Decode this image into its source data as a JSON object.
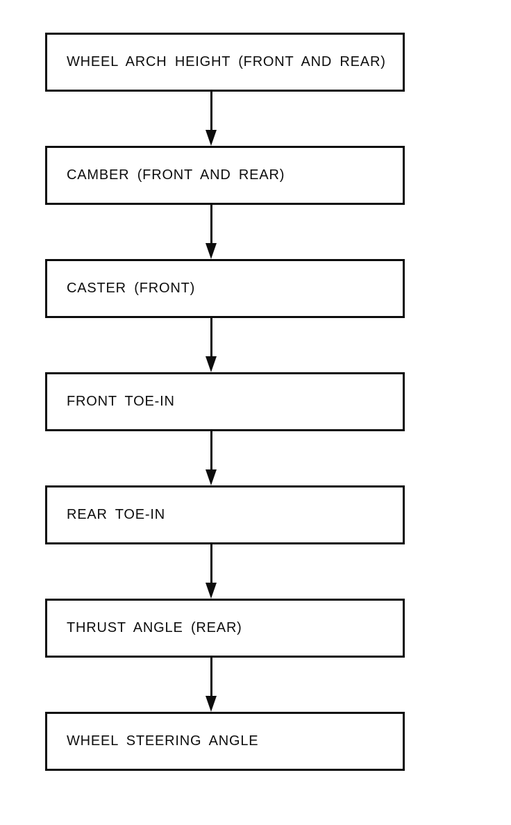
{
  "diagram": {
    "type": "flowchart",
    "direction": "top-down",
    "colors": {
      "ink": "#0d0d0d",
      "background": "#ffffff",
      "box_fill": "#ffffff"
    },
    "nodes": [
      {
        "label": "WHEEL ARCH HEIGHT (FRONT AND REAR)"
      },
      {
        "label": "CAMBER (FRONT AND REAR)"
      },
      {
        "label": "CASTER (FRONT)"
      },
      {
        "label": "FRONT TOE-IN"
      },
      {
        "label": "REAR TOE-IN"
      },
      {
        "label": "THRUST ANGLE (REAR)"
      },
      {
        "label": "WHEEL STEERING ANGLE"
      }
    ],
    "connectors": [
      {
        "from": 0,
        "to": 1,
        "style": "arrow-down"
      },
      {
        "from": 1,
        "to": 2,
        "style": "arrow-down"
      },
      {
        "from": 2,
        "to": 3,
        "style": "arrow-down"
      },
      {
        "from": 3,
        "to": 4,
        "style": "arrow-down"
      },
      {
        "from": 4,
        "to": 5,
        "style": "arrow-down"
      },
      {
        "from": 5,
        "to": 6,
        "style": "arrow-down"
      }
    ]
  }
}
